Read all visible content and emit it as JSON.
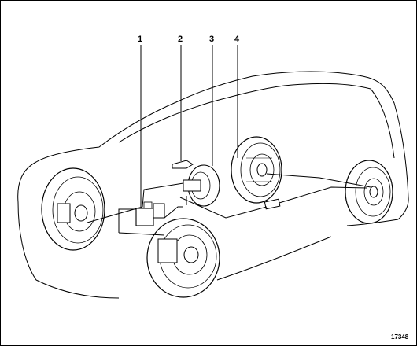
{
  "callouts": [
    {
      "id": "1",
      "label": "1"
    },
    {
      "id": "2",
      "label": "2"
    },
    {
      "id": "3",
      "label": "3"
    },
    {
      "id": "4",
      "label": "4"
    }
  ],
  "figure_ref": "17348",
  "colors": {
    "line": "#000000",
    "background": "#ffffff",
    "tire_fill": "#ffffff"
  }
}
